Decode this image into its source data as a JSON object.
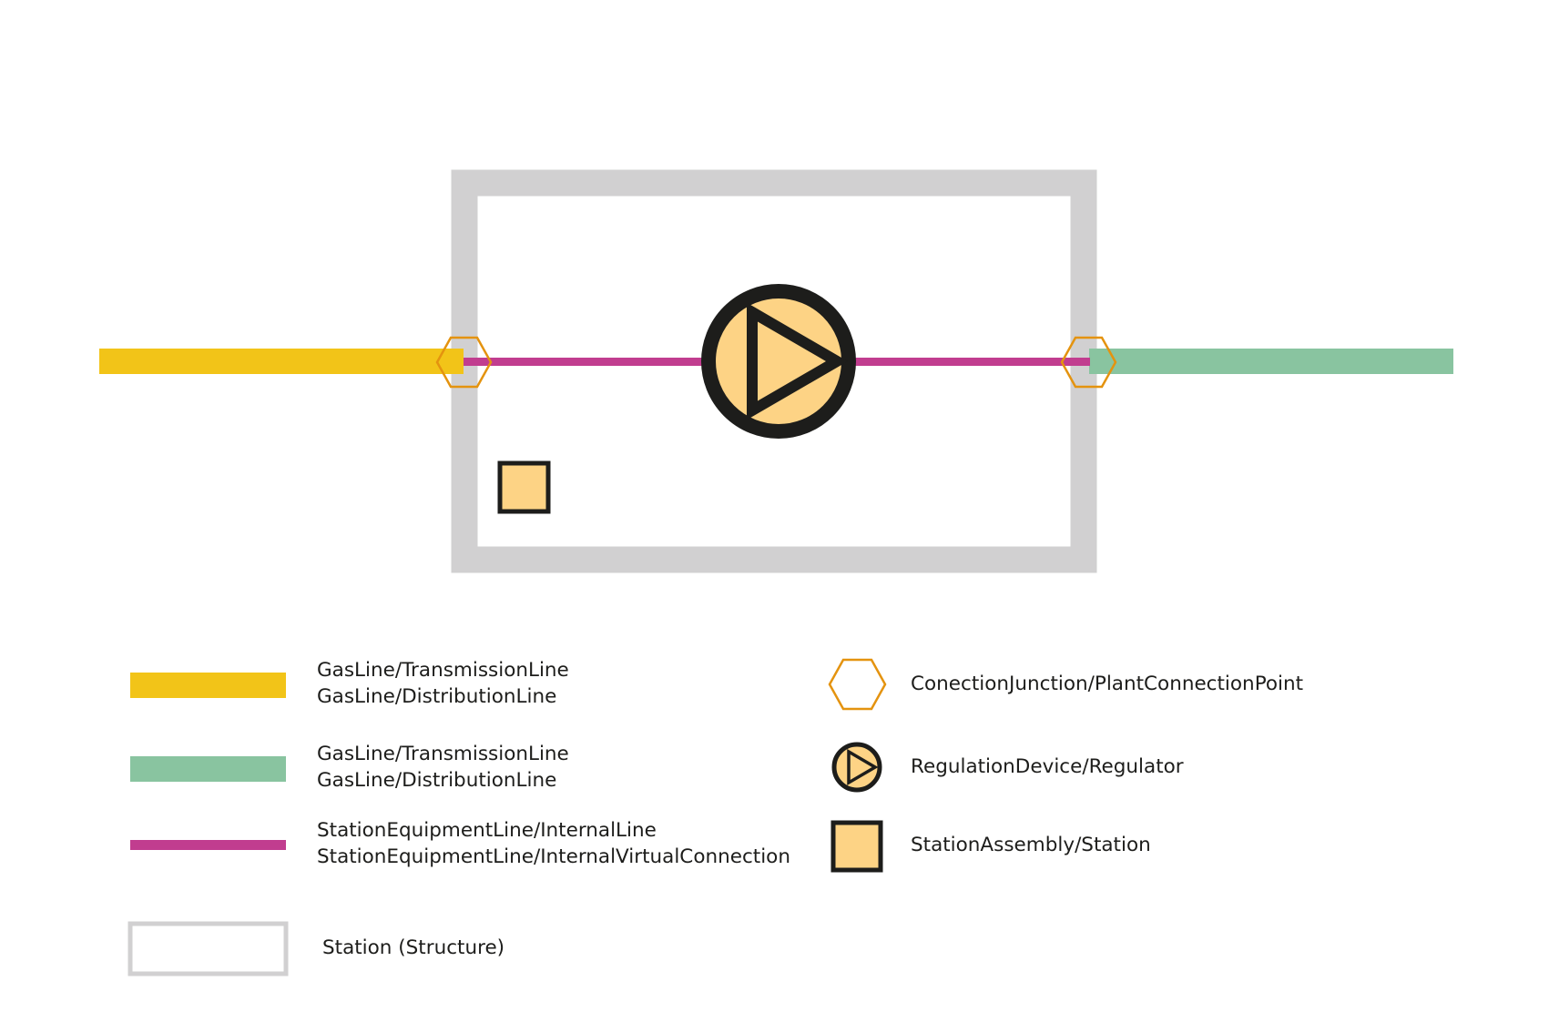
{
  "colors": {
    "yellow_line": "#f2c418",
    "green_line": "#89c4a0",
    "magenta_line": "#c13d8f",
    "station_gray": "#d1d0d1",
    "junction_orange": "#e4930f",
    "symbol_fill": "#fdd385",
    "symbol_stroke": "#1d1d1b",
    "text": "#1d1d1b"
  },
  "diagram": {
    "upstream_line": "yellow",
    "downstream_line": "green",
    "internal_line": "magenta",
    "junctions": 2,
    "regulators": 1,
    "station_assemblies": 1
  },
  "legend": [
    {
      "symbol": "yellow-line",
      "lines": [
        "GasLine/TransmissionLine",
        "GasLine/DistributionLine"
      ]
    },
    {
      "symbol": "green-line",
      "lines": [
        "GasLine/TransmissionLine",
        "GasLine/DistributionLine"
      ]
    },
    {
      "symbol": "magenta-line",
      "lines": [
        "StationEquipmentLine/InternalLine",
        "StationEquipmentLine/InternalVirtualConnection"
      ]
    },
    {
      "symbol": "gray-rectangle",
      "lines": [
        "Station (Structure)"
      ]
    },
    {
      "symbol": "hexagon-icon",
      "lines": [
        "ConectionJunction/PlantConnectionPoint"
      ]
    },
    {
      "symbol": "regulator-icon",
      "lines": [
        "RegulationDevice/Regulator"
      ]
    },
    {
      "symbol": "square-icon",
      "lines": [
        "StationAssembly/Station"
      ]
    }
  ]
}
